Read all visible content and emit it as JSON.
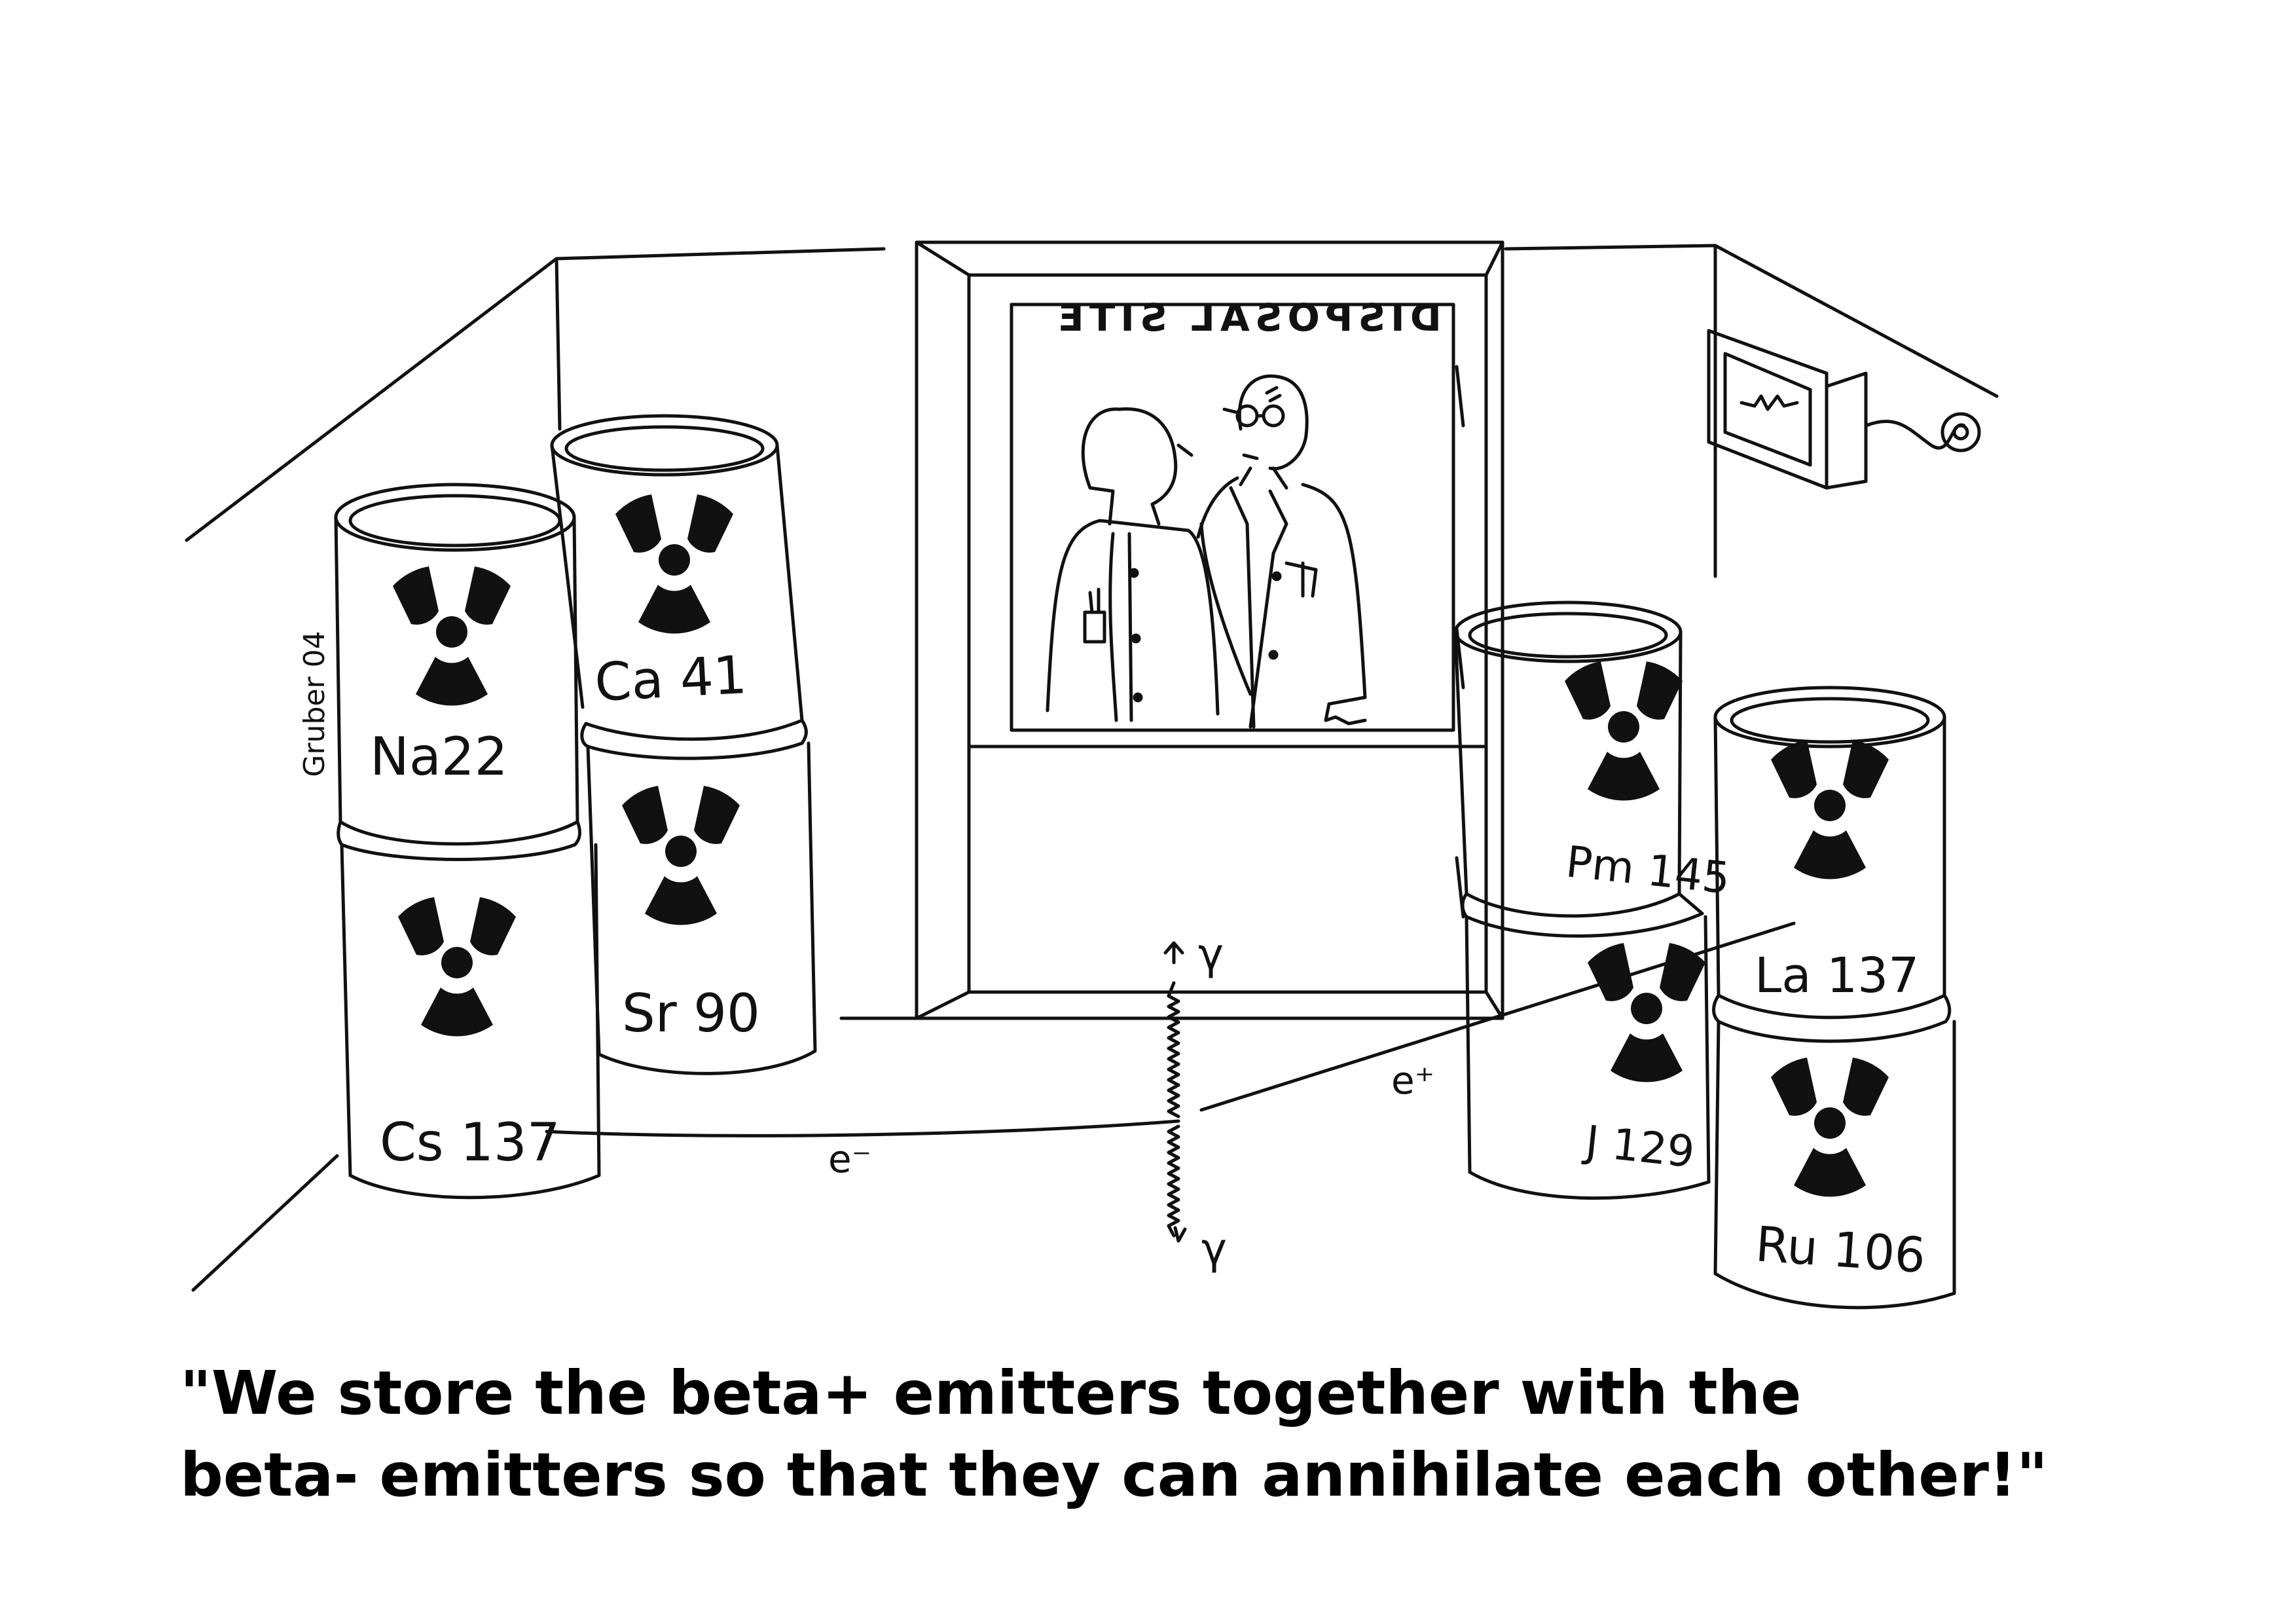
{
  "cartoon": {
    "sign_text": "DISPOSAL SITE",
    "signature": "Gruber 04",
    "barrels": [
      {
        "label": "Na22"
      },
      {
        "label": "Cs 137"
      },
      {
        "label": "Ca 41"
      },
      {
        "label": "Sr 90"
      },
      {
        "label": "Pm 145"
      },
      {
        "label": "J 129"
      },
      {
        "label": "La 137"
      },
      {
        "label": "Ru 106"
      }
    ],
    "particles": {
      "electron": "e⁻",
      "positron": "e⁺",
      "gamma_top": "γ",
      "gamma_bottom": "γ"
    }
  },
  "caption": {
    "line1": "\"We store the beta+ emitters together with the",
    "line2": "beta- emitters so that they can annihilate each other!\""
  },
  "colors": {
    "ink": "#111111",
    "background": "#ffffff"
  }
}
